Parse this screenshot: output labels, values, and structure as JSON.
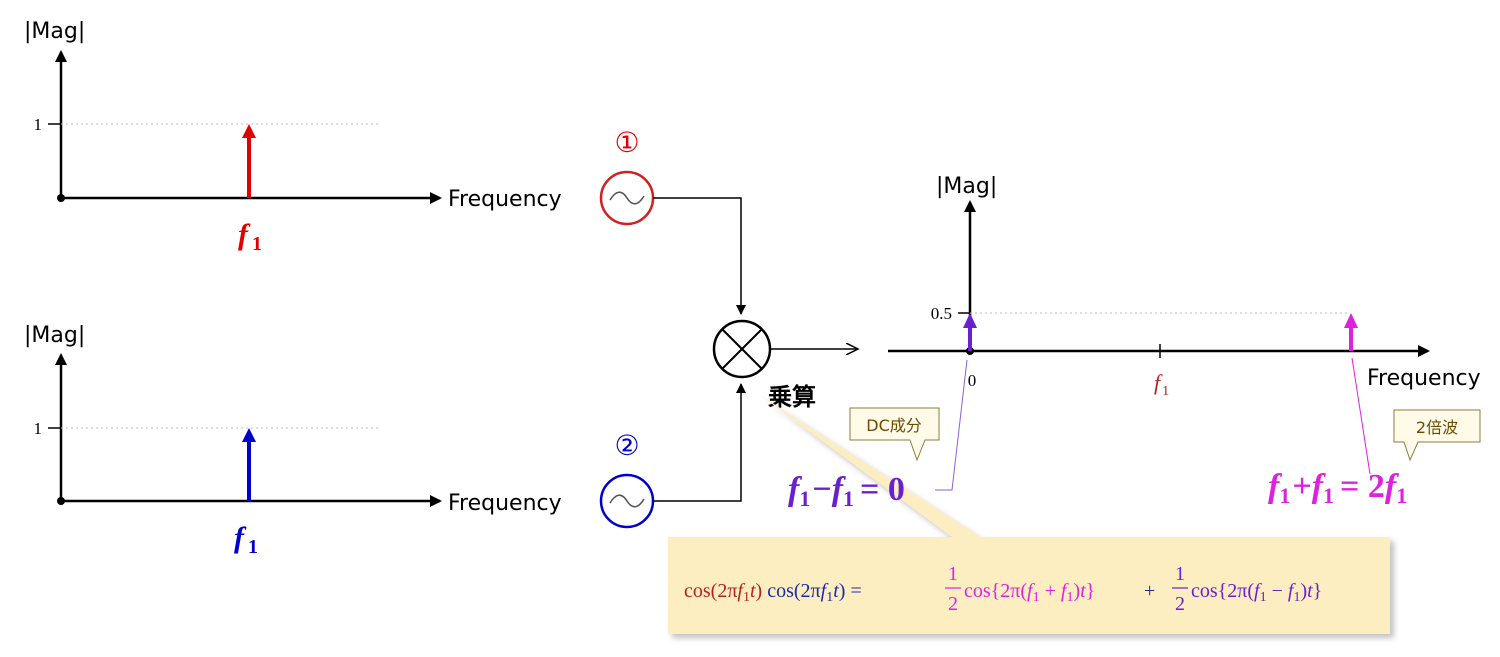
{
  "colors": {
    "red": "#e00000",
    "blue": "#0000cc",
    "purple": "#6a1fd1",
    "magenta": "#e020e0",
    "darkred": "#b22222",
    "callout_fill": "#fdeec2",
    "tag_text": "#6b4b00"
  },
  "inputs": [
    {
      "axis_y_label": "|Mag|",
      "axis_x_label": "Frequency",
      "tick_label": "1",
      "freq_label": "f",
      "freq_sub": "1",
      "source_marker": "①",
      "source_icon": "sine-wave-source-icon",
      "color": "#e00000"
    },
    {
      "axis_y_label": "|Mag|",
      "axis_x_label": "Frequency",
      "tick_label": "1",
      "freq_label": "f",
      "freq_sub": "1",
      "source_marker": "②",
      "source_icon": "sine-wave-source-icon",
      "color": "#0000cc"
    }
  ],
  "mixer": {
    "label": "乗算",
    "icon": "multiplier-icon"
  },
  "output": {
    "axis_y_label": "|Mag|",
    "axis_x_label": "Frequency",
    "y_tick": "0.5",
    "x_tick_zero": "0",
    "x_tick_f": "f",
    "x_tick_f_sub": "1",
    "dc_tag": "DC成分",
    "harmonic_tag": "2倍波",
    "dc_formula": {
      "f1": "f",
      "s1": "1",
      "minus": "−",
      "f2": "f",
      "s2": "1",
      "eq": "= 0"
    },
    "sum_formula": {
      "f1": "f",
      "s1": "1",
      "plus": "+",
      "f2": "f",
      "s2": "1",
      "eq": "= 2",
      "f3": "f",
      "s3": "1"
    }
  },
  "callout": {
    "lhs1_pre": "cos(2π",
    "lhs1_f": "f",
    "lhs1_sub": "1",
    "lhs1_t": "t",
    "lhs1_post": ")",
    "lhs2_pre": " cos(2π",
    "lhs2_f": "f",
    "lhs2_sub": "1",
    "lhs2_t": "t",
    "lhs2_post": ")",
    "equals": " = ",
    "frac_num": "1",
    "frac_den": "2",
    "term1_pre": "cos{2π(",
    "term1_f1": "f",
    "term1_s1": "1",
    "term1_op": " + ",
    "term1_f2": "f",
    "term1_s2": "1",
    "term1_post": ")",
    "term1_t": "t",
    "term1_close": "}",
    "plus": " + ",
    "term2_pre": "cos{2π(",
    "term2_f1": "f",
    "term2_s1": "1",
    "term2_op": " − ",
    "term2_f2": "f",
    "term2_s2": "1",
    "term2_post": ")",
    "term2_t": "t",
    "term2_close": "}"
  }
}
